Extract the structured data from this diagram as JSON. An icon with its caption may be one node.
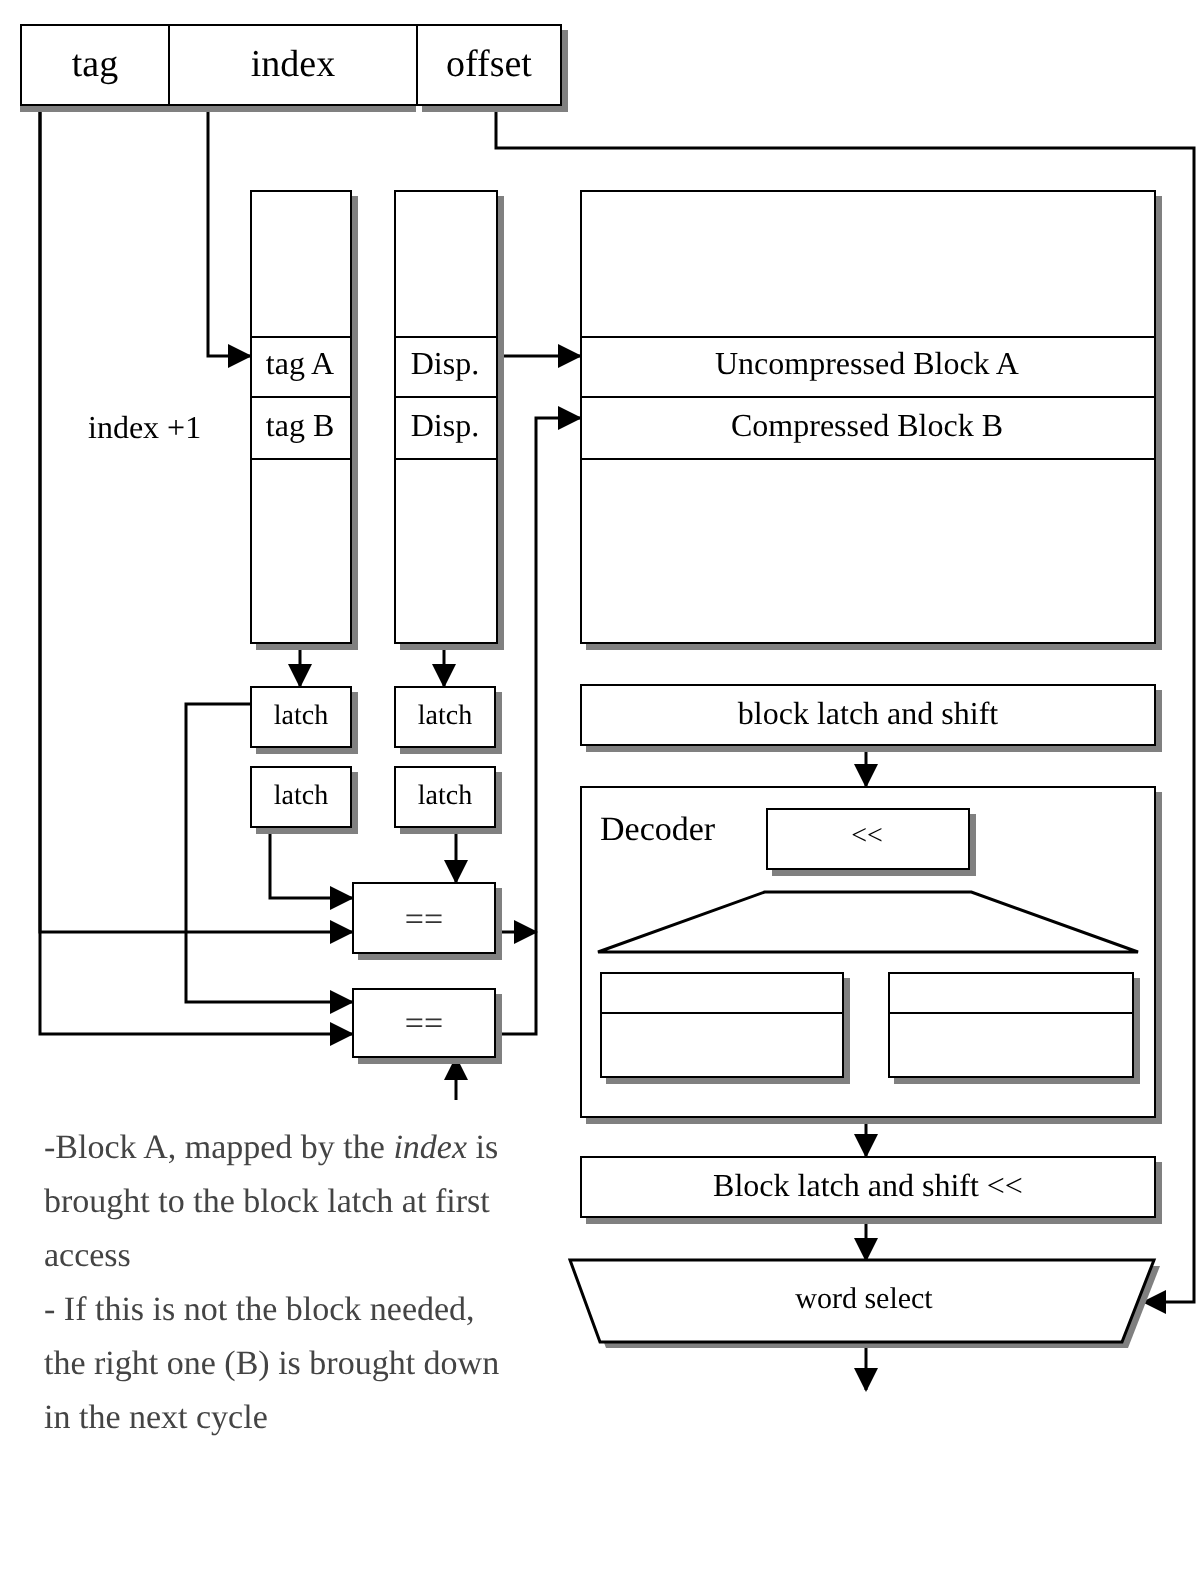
{
  "diagram": {
    "nodes": [
      {
        "text": [
          "tag"
        ]
      },
      {
        "text": [
          "index"
        ]
      },
      {
        "text": [
          "offset"
        ]
      },
      {
        "text": [],
        "shape": "box"
      },
      {
        "text": [
          "tag A"
        ],
        "in": 3
      },
      {
        "text": [
          "tag B"
        ],
        "in": 3
      },
      {
        "text": [],
        "shape": "box"
      },
      {
        "text": [
          "Disp."
        ],
        "in": 6
      },
      {
        "text": [
          "Disp."
        ],
        "in": 6
      },
      {
        "text": [],
        "shape": "box"
      },
      {
        "text": [
          "Uncompressed Block A"
        ],
        "in": 9
      },
      {
        "text": [
          "Compressed Block B"
        ],
        "in": 9
      },
      {
        "text": [
          "latch"
        ]
      },
      {
        "text": [
          "latch"
        ]
      },
      {
        "text": [
          "latch"
        ]
      },
      {
        "text": [
          "latch"
        ]
      },
      {
        "text": [
          "=="
        ]
      },
      {
        "text": [
          "=="
        ]
      },
      {
        "text": [
          "block latch and shift"
        ]
      },
      {
        "text": [
          "Decoder"
        ]
      },
      {
        "text": [
          "<<"
        ],
        "in": 19
      },
      {
        "text": [],
        "shape": "trapezoid",
        "in": 19
      },
      {
        "text": [],
        "shape": "box",
        "in": 19
      },
      {
        "text": [],
        "shape": "box",
        "in": 19
      },
      {
        "text": [
          "Block latch and shift <<"
        ]
      },
      {
        "text": [
          "word select"
        ]
      }
    ],
    "edges": [
      {
        "from": 0,
        "to": 16,
        "arrow": "to"
      },
      {
        "from": 0,
        "to": 17,
        "arrow": "to"
      },
      {
        "from": 1,
        "to": 4,
        "arrow": "to"
      },
      {
        "from": 2,
        "to": 25,
        "arrow": "to"
      },
      {
        "from": 7,
        "to": 10,
        "arrow": "to"
      },
      {
        "from": 3,
        "to": 12,
        "arrow": "to"
      },
      {
        "from": 6,
        "to": 13,
        "arrow": "to"
      },
      {
        "from": 12,
        "to": 17,
        "arrow": "to"
      },
      {
        "from": 14,
        "to": 16,
        "arrow": "to"
      },
      {
        "from": 15,
        "to": 16,
        "arrow": "to"
      },
      {
        "from": 16,
        "to": null,
        "arrow": "to"
      },
      {
        "from": 17,
        "to": 11,
        "arrow": "to"
      },
      {
        "from": null,
        "to": 17,
        "arrow": "to"
      },
      {
        "from": 18,
        "to": 19,
        "arrow": "to"
      },
      {
        "from": 19,
        "to": 24,
        "arrow": "to"
      },
      {
        "from": 24,
        "to": 25,
        "arrow": "to"
      },
      {
        "from": 25,
        "to": null,
        "arrow": "to"
      }
    ],
    "labels": [
      "index +1",
      "-Block A, mapped by the *index* is brought to the block latch at first access",
      "- If this is not the block needed, the right one (B) is brought down in the next cycle"
    ]
  }
}
